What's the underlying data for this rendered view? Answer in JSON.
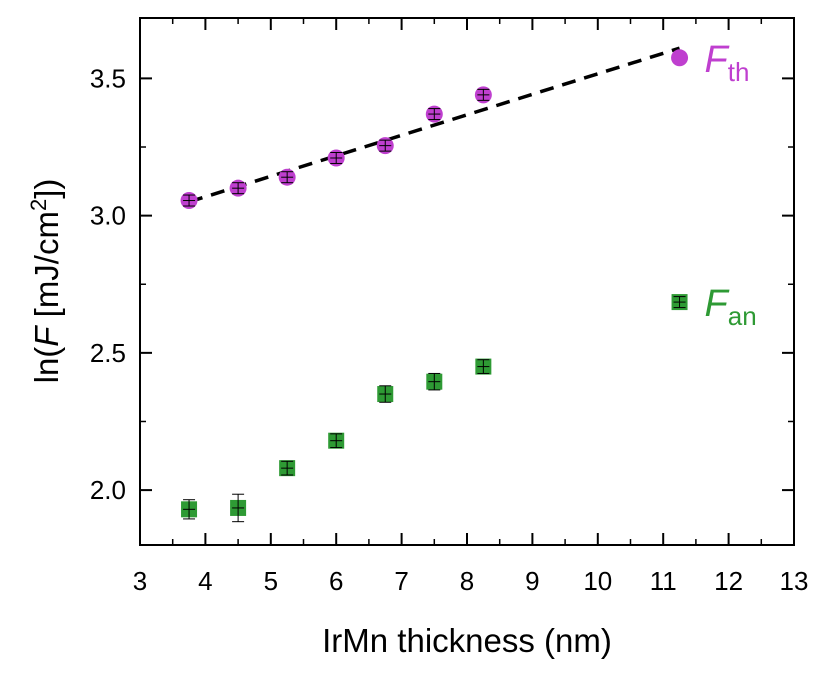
{
  "chart_data": {
    "type": "scatter",
    "xlabel": "IrMn thickness (nm)",
    "ylabel_prefix": "ln(",
    "ylabel_var": "F",
    "ylabel_units_pre": " [mJ/cm",
    "ylabel_units_sup": "2",
    "ylabel_units_post": "])",
    "xlim": [
      3,
      13
    ],
    "ylim": [
      1.8,
      3.72
    ],
    "x_ticks": [
      3,
      4,
      5,
      6,
      7,
      8,
      9,
      10,
      11,
      12,
      13
    ],
    "y_ticks": [
      "2.0",
      "2.5",
      "3.0",
      "3.5"
    ],
    "grid": false,
    "series": [
      {
        "name": "F",
        "name_sub": "th",
        "marker": "circle",
        "color": "#bf3fcf",
        "x": [
          3.75,
          4.5,
          5.25,
          6.0,
          6.75,
          7.5,
          8.25,
          11.25
        ],
        "y": [
          3.055,
          3.1,
          3.14,
          3.21,
          3.255,
          3.37,
          3.44,
          3.575
        ],
        "yerr": [
          0.02,
          0.02,
          0.02,
          0.02,
          0.02,
          0.02,
          0.02,
          0.0
        ]
      },
      {
        "name": "F",
        "name_sub": "an",
        "marker": "square",
        "color": "#2e9a34",
        "x": [
          3.75,
          4.5,
          5.25,
          6.0,
          6.75,
          7.5,
          8.25,
          11.25
        ],
        "y": [
          1.93,
          1.935,
          2.08,
          2.18,
          2.35,
          2.395,
          2.45,
          2.685
        ],
        "yerr": [
          0.035,
          0.05,
          0.025,
          0.025,
          0.03,
          0.03,
          0.025,
          0.02
        ]
      }
    ],
    "fit_line": {
      "style": "dashed",
      "color": "#000000",
      "x": [
        3.75,
        11.25
      ],
      "y": [
        3.05,
        3.61
      ]
    }
  }
}
